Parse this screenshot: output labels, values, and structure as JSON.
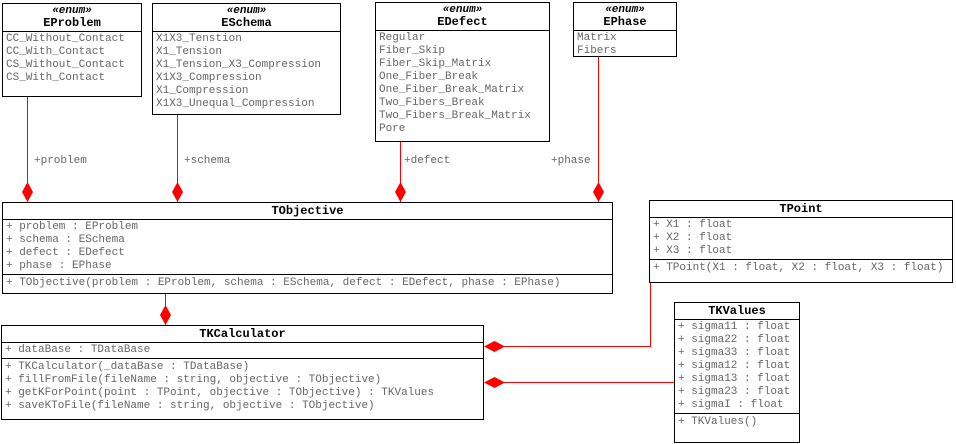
{
  "colors": {
    "connector": "#fe0000",
    "box_border": "#000000",
    "member_text": "#666666",
    "title_text": "#000000",
    "background": "#ffffff"
  },
  "enums": [
    {
      "stereotype": "«enum»",
      "name": "EProblem",
      "items": [
        "CC_Without_Contact",
        "CC_With_Contact",
        "CS_Without_Contact",
        "CS_With_Contact"
      ]
    },
    {
      "stereotype": "«enum»",
      "name": "ESchema",
      "items": [
        "X1X3_Tenstion",
        "X1_Tension",
        "X1_Tension_X3_Compression",
        "X1X3_Compression",
        "X1_Compression",
        "X1X3_Unequal_Compression"
      ]
    },
    {
      "stereotype": "«enum»",
      "name": "EDefect",
      "items": [
        "Regular",
        "Fiber_Skip",
        "Fiber_Skip_Matrix",
        "One_Fiber_Break",
        "One_Fiber_Break_Matrix",
        "Two_Fibers_Break",
        "Two_Fibers_Break_Matrix",
        "Pore"
      ]
    },
    {
      "stereotype": "«enum»",
      "name": "EPhase",
      "items": [
        "Matrix",
        "Fibers"
      ]
    }
  ],
  "classes": [
    {
      "name": "TObjective",
      "attributes": [
        "+ problem : EProblem",
        "+ schema : ESchema",
        "+ defect : EDefect",
        "+ phase : EPhase"
      ],
      "methods": [
        "+ TObjective(problem : EProblem, schema : ESchema, defect : EDefect, phase : EPhase)"
      ]
    },
    {
      "name": "TPoint",
      "attributes": [
        "+ X1 : float",
        "+ X2 : float",
        "+ X3 : float"
      ],
      "methods": [
        "+ TPoint(X1 : float, X2 : float, X3 : float)"
      ]
    },
    {
      "name": "TKValues",
      "attributes": [
        "+ sigma11 : float",
        "+ sigma22 : float",
        "+ sigma33 : float",
        "+ sigma12 : float",
        "+ sigma13 : float",
        "+ sigma23 : float",
        "+ sigmaI : float"
      ],
      "methods": [
        "+ TKValues()"
      ]
    },
    {
      "name": "TKCalculator",
      "attributes": [
        "+ dataBase : TDataBase"
      ],
      "methods": [
        "+ TKCalculator(_dataBase : TDataBase)",
        "+ fillFromFile(fileName : string, objective : TObjective)",
        "+ getKForPoint(point : TPoint, objective : TObjective) : TKValues",
        "+ saveKToFile(fileName : string, objective : TObjective)"
      ]
    }
  ],
  "relations": [
    {
      "label": "+problem",
      "from": "EProblem",
      "to": "TObjective",
      "type": "composition"
    },
    {
      "label": "+schema",
      "from": "ESchema",
      "to": "TObjective",
      "type": "composition"
    },
    {
      "label": "+defect",
      "from": "EDefect",
      "to": "TObjective",
      "type": "composition"
    },
    {
      "label": "+phase",
      "from": "EPhase",
      "to": "TObjective",
      "type": "composition"
    },
    {
      "label": "",
      "from": "TObjective",
      "to": "TKCalculator",
      "type": "composition"
    },
    {
      "label": "",
      "from": "TPoint",
      "to": "TKCalculator",
      "type": "composition"
    },
    {
      "label": "",
      "from": "TKValues",
      "to": "TKCalculator",
      "type": "composition"
    }
  ]
}
